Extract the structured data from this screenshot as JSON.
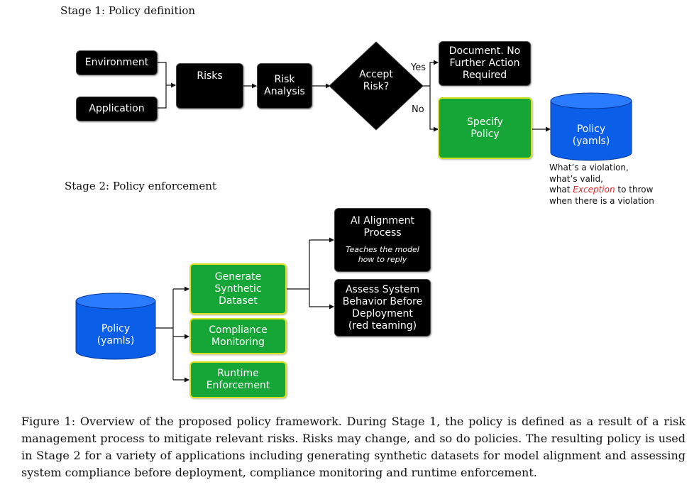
{
  "stage1": {
    "title": "Stage 1: Policy definition",
    "environment": "Environment",
    "application": "Application",
    "risks": "Risks",
    "risk_analysis": "Risk\nAnalysis",
    "decision": "Accept\nRisk?",
    "yes_label": "Yes",
    "no_label": "No",
    "document": "Document. No\nFurther Action\nRequired",
    "specify_policy": "Specify\nPolicy",
    "policy_store": "Policy\n(yamls)",
    "annotation": {
      "line1": "What’s a violation,",
      "line2": "what’s valid,",
      "line3_prefix": "what ",
      "line3_emphasis": "Exception",
      "line3_suffix": " to throw",
      "line4": "when there is a violation"
    }
  },
  "stage2": {
    "title": "Stage 2: Policy enforcement",
    "policy_store": "Policy\n(yamls)",
    "generate_dataset": "Generate\nSynthetic Dataset",
    "compliance_monitoring": "Compliance\nMonitoring",
    "runtime_enforcement": "Runtime\nEnforcement",
    "ai_alignment": "AI Alignment\nProcess",
    "ai_alignment_note": "Teaches the model\nhow to reply",
    "assess_system": "Assess System\nBehavior Before\nDeployment\n(red teaming)"
  },
  "caption": "Figure 1: Overview of the proposed policy framework. During Stage 1, the policy is defined as a result of a risk management process to mitigate relevant risks. Risks may change, and so do policies. The resulting policy is used in Stage 2 for a variety of applications including generating synthetic datasets for model alignment and assessing system compliance before deployment, compliance monitoring and runtime enforcement.",
  "colors": {
    "node_black": "#000000",
    "node_green": "#16a537",
    "green_border": "#d9e21b",
    "cylinder_blue": "#0a5ee8",
    "exception_red": "#e0262a"
  }
}
